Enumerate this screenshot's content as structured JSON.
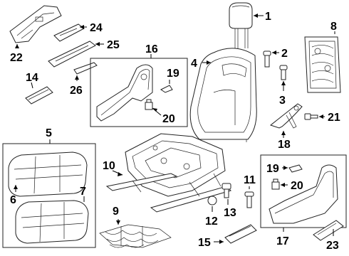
{
  "diagram": {
    "callouts": {
      "c1": "1",
      "c2": "2",
      "c3": "3",
      "c4": "4",
      "c5": "5",
      "c6": "6",
      "c7": "7",
      "c8": "8",
      "c9": "9",
      "c10": "10",
      "c11": "11",
      "c12": "12",
      "c13": "13",
      "c14": "14",
      "c15": "15",
      "c16": "16",
      "c17": "17",
      "c18": "18",
      "c19a": "19",
      "c19b": "19",
      "c20a": "20",
      "c20b": "20",
      "c21": "21",
      "c22": "22",
      "c23": "23",
      "c24": "24",
      "c25": "25",
      "c26": "26"
    }
  }
}
